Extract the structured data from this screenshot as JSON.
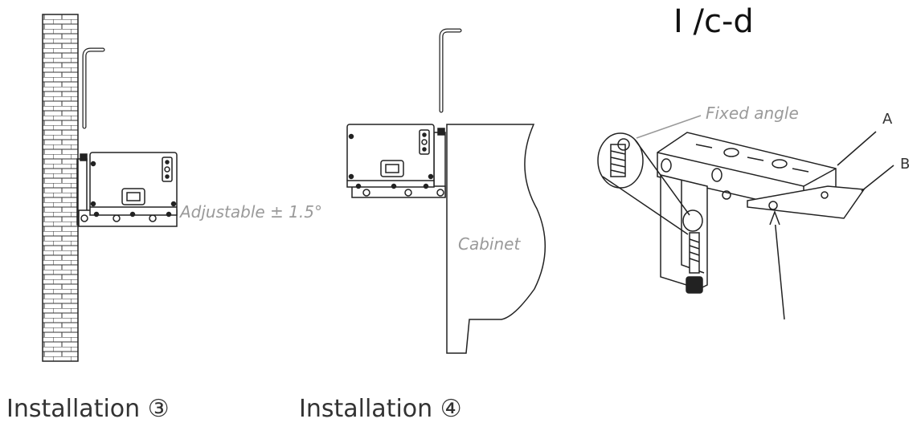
{
  "figure": {
    "title": "I /c-d",
    "panels": [
      {
        "caption": "Installation ③",
        "annotation": "Adjustable ± 1.5°"
      },
      {
        "caption": "Installation ④",
        "annotation": "Cabinet"
      }
    ],
    "detail": {
      "annotation": "Fixed angle",
      "labels": [
        "A",
        "B"
      ]
    }
  },
  "colors": {
    "line": "#222222",
    "note": "#9a9a9a"
  }
}
